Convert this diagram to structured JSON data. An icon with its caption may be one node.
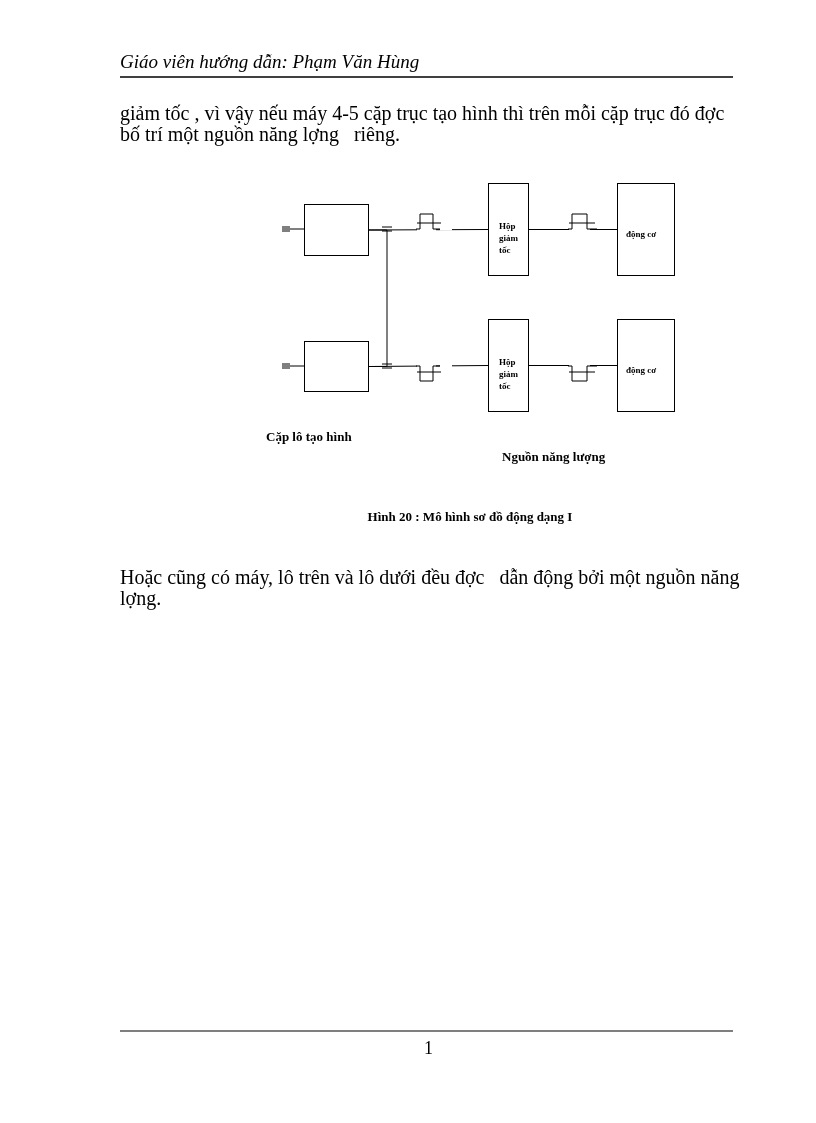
{
  "diagram": {
    "caption": "Hình 20 : Mô hình sơ đồ động dạng I",
    "nodes": [
      {
        "text": [],
        "shape": "box"
      },
      {
        "text": [],
        "shape": "box"
      },
      {
        "text": [
          "Hộp giảm tốc"
        ]
      },
      {
        "text": [
          "động cơ"
        ]
      },
      {
        "text": [
          "Hộp giảm tốc"
        ]
      },
      {
        "text": [
          "động cơ"
        ]
      }
    ],
    "edges": [
      {
        "from": 0,
        "to": 2,
        "arrow": "none"
      },
      {
        "from": 2,
        "to": 3,
        "arrow": "none"
      },
      {
        "from": 0,
        "to": 1,
        "arrow": "none"
      },
      {
        "from": 1,
        "to": 4,
        "arrow": "none"
      },
      {
        "from": 4,
        "to": 5,
        "arrow": "none"
      }
    ],
    "labels": [
      "Giáo viên hướng dẫn: Phạm Văn Hùng",
      "giảm tốc , vì vậy nếu máy 4-5 cặp trục tạo hình thì trên mỗi cặp trục đó đợc   bố trí một nguồn năng lợng   riêng.",
      "Cặp lô tạo hình",
      "Nguồn năng lượng",
      "Hoặc cũng có máy, lô trên và lô dưới đều đợc   dẫn động bởi một nguồn năng lợng.",
      "1"
    ]
  }
}
